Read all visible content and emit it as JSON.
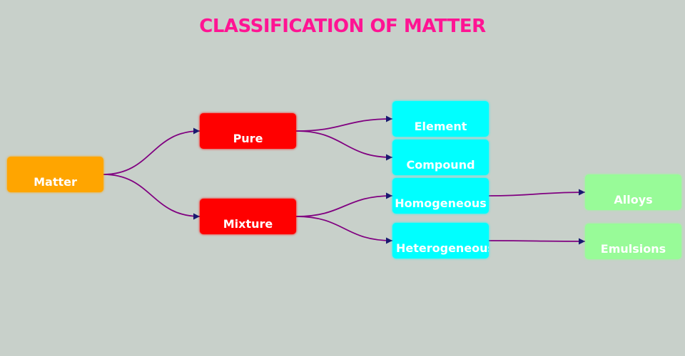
{
  "title": "CLASSIFICATION OF MATTER",
  "colors": {
    "title": "#ff1493",
    "background": "#c8d0ca",
    "edge": "#800080",
    "arrowhead": "#191970",
    "level0": "#ffa500",
    "level1": "#ff0000",
    "level2": "#00ffff",
    "level3": "#98fb98",
    "node_text": "#ffffff"
  },
  "nodes": [
    {
      "id": "matter",
      "label": "Matter",
      "level": 0
    },
    {
      "id": "pure",
      "label": "Pure",
      "level": 1
    },
    {
      "id": "mixture",
      "label": "Mixture",
      "level": 1
    },
    {
      "id": "element",
      "label": "Element",
      "level": 2
    },
    {
      "id": "compound",
      "label": "Compound",
      "level": 2
    },
    {
      "id": "homogeneous",
      "label": "Homogeneous",
      "level": 2
    },
    {
      "id": "heterogeneous",
      "label": "Heterogeneous",
      "level": 2
    },
    {
      "id": "alloys",
      "label": "Alloys",
      "level": 3
    },
    {
      "id": "emulsions",
      "label": "Emulsions",
      "level": 3
    }
  ],
  "edges": [
    {
      "from": "matter",
      "to": "pure"
    },
    {
      "from": "matter",
      "to": "mixture"
    },
    {
      "from": "pure",
      "to": "element"
    },
    {
      "from": "pure",
      "to": "compound"
    },
    {
      "from": "mixture",
      "to": "homogeneous"
    },
    {
      "from": "mixture",
      "to": "heterogeneous"
    },
    {
      "from": "homogeneous",
      "to": "alloys"
    },
    {
      "from": "heterogeneous",
      "to": "emulsions"
    }
  ]
}
